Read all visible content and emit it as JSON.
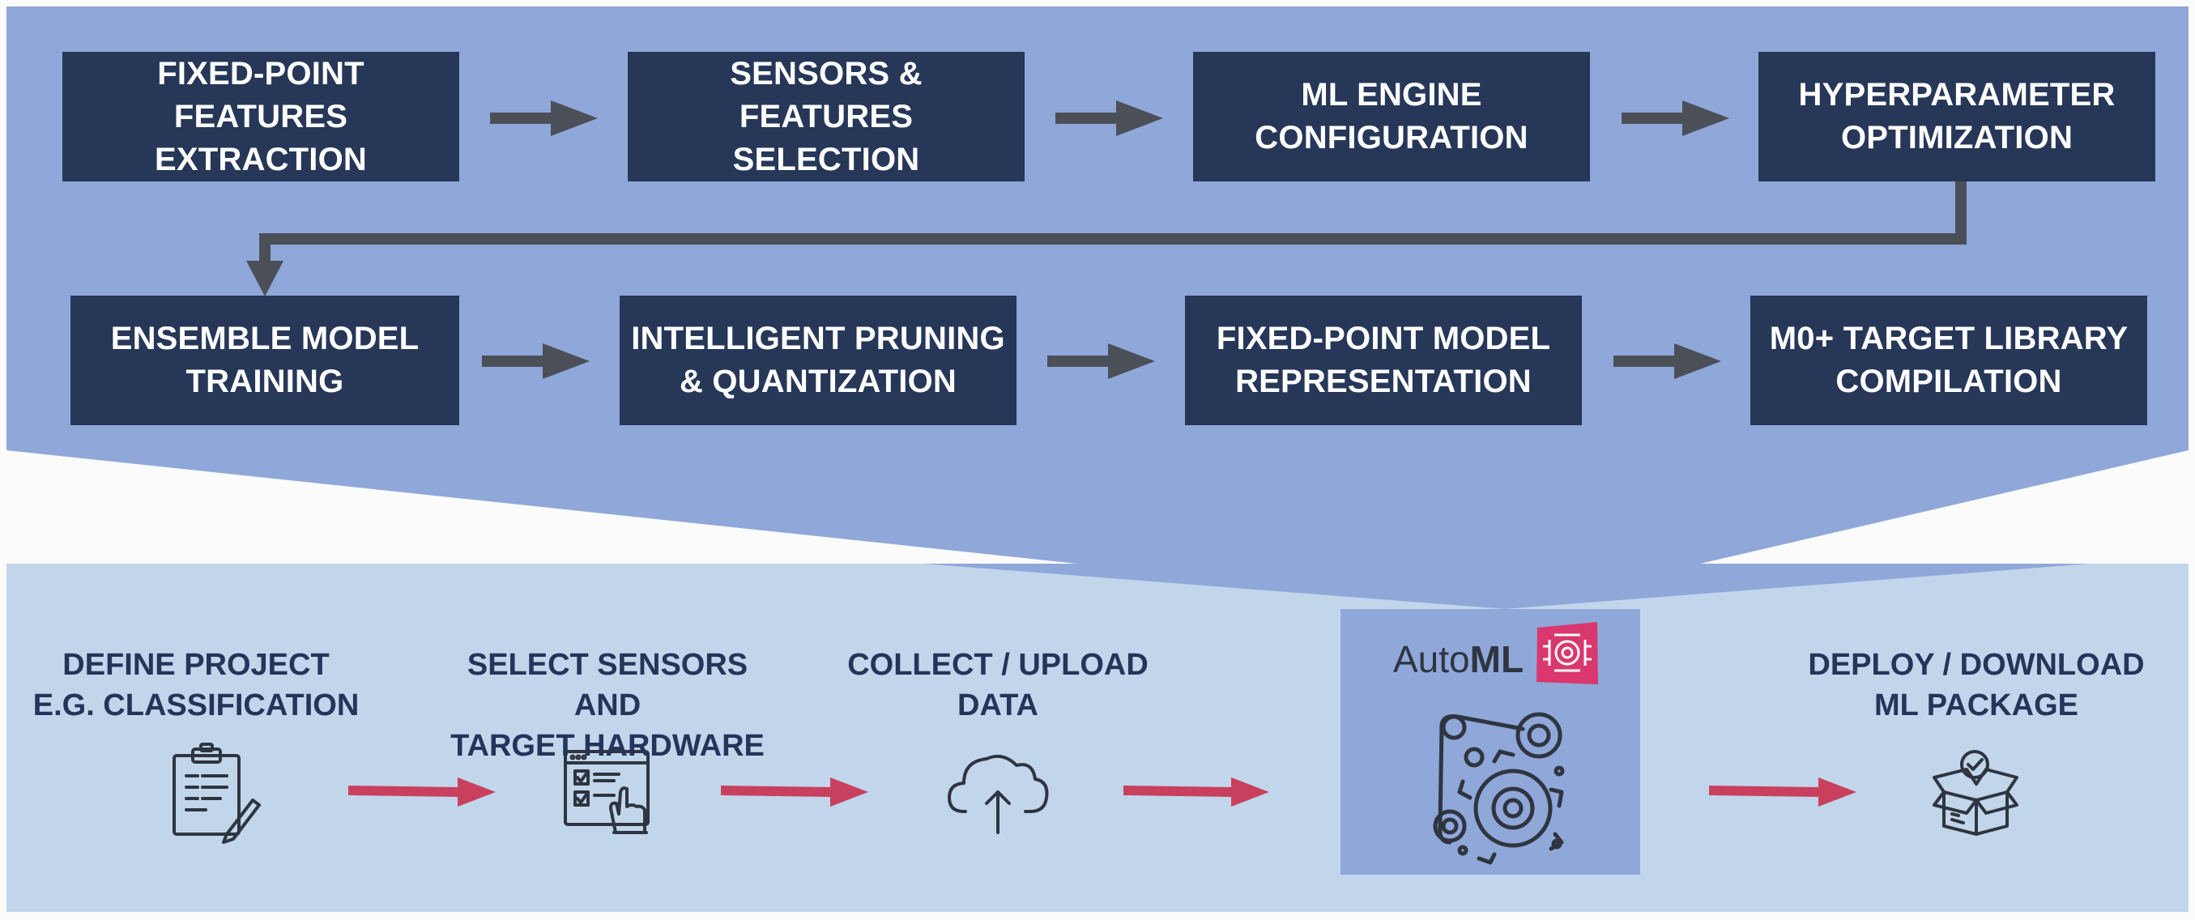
{
  "colors": {
    "upper_panel": "#8fa8d9",
    "lower_panel": "#c2d6eb",
    "step_box": "#263758",
    "flow_arrow": "#4b4f57",
    "workflow_arrow": "#c9405f",
    "automl_badge": "#d9376e",
    "label_text": "#24345a"
  },
  "pipeline": {
    "steps": [
      {
        "line1": "FIXED-POINT FEATURES",
        "line2": "EXTRACTION"
      },
      {
        "line1": "SENSORS & FEATURES",
        "line2": "SELECTION"
      },
      {
        "line1": "ML ENGINE",
        "line2": "CONFIGURATION"
      },
      {
        "line1": "HYPERPARAMETER",
        "line2": "OPTIMIZATION"
      },
      {
        "line1": "ENSEMBLE MODEL",
        "line2": "TRAINING"
      },
      {
        "line1": "INTELLIGENT PRUNING",
        "line2": "& QUANTIZATION"
      },
      {
        "line1": "FIXED-POINT MODEL",
        "line2": "REPRESENTATION"
      },
      {
        "line1": "M0+ TARGET LIBRARY",
        "line2": "COMPILATION"
      }
    ]
  },
  "workflow": {
    "steps": [
      {
        "line1": "DEFINE PROJECT",
        "line2": "E.G. CLASSIFICATION",
        "icon": "clipboard-icon"
      },
      {
        "line1": "SELECT SENSORS AND",
        "line2": "TARGET HARDWARE",
        "icon": "checklist-screen-icon"
      },
      {
        "line1": "COLLECT / UPLOAD",
        "line2": "DATA",
        "icon": "cloud-upload-icon"
      },
      {
        "line1": "DEPLOY / DOWNLOAD",
        "line2": "ML PACKAGE",
        "icon": "package-box-icon"
      }
    ],
    "automl": {
      "brand_light": "Auto",
      "brand_bold": "ML",
      "icons": [
        "chip-badge-icon",
        "gears-conveyor-icon"
      ]
    }
  }
}
